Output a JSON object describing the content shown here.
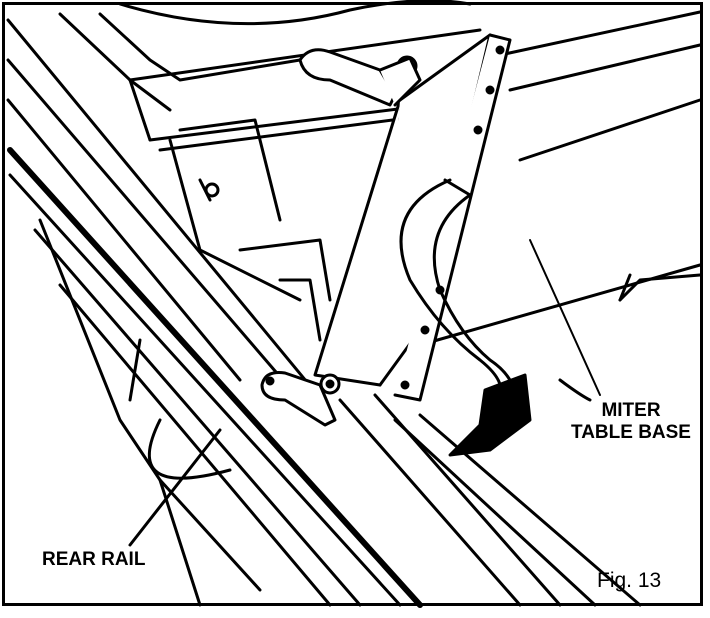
{
  "labels": {
    "miter_line1": "MITER",
    "miter_line2": "TABLE BASE",
    "rear_rail": "REAR RAIL",
    "figure": "Fig. 13"
  },
  "colors": {
    "ink": "#000000",
    "paper": "#ffffff"
  }
}
